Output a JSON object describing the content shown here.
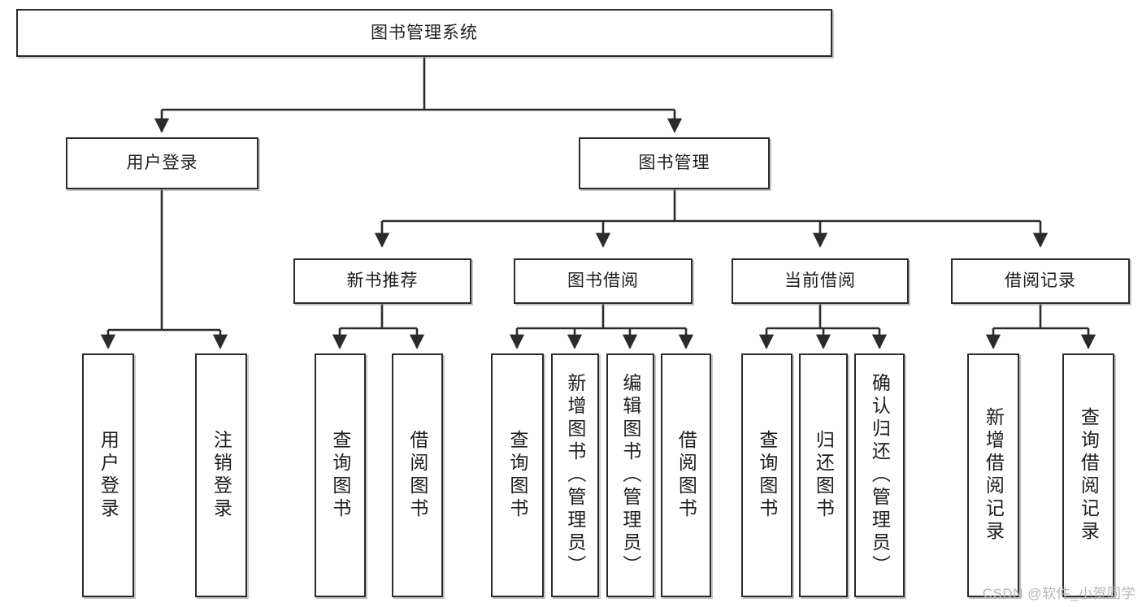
{
  "diagram": {
    "type": "tree-hierarchy",
    "title": "图书管理系统",
    "root": {
      "id": "root",
      "label": "图书管理系统"
    },
    "level2": [
      {
        "id": "user-login",
        "label": "用户登录"
      },
      {
        "id": "book-management",
        "label": "图书管理"
      }
    ],
    "level3": [
      {
        "id": "new-book-recommend",
        "label": "新书推荐",
        "parent": "book-management"
      },
      {
        "id": "book-borrow",
        "label": "图书借阅",
        "parent": "book-management"
      },
      {
        "id": "current-borrow",
        "label": "当前借阅",
        "parent": "book-management"
      },
      {
        "id": "borrow-record",
        "label": "借阅记录",
        "parent": "book-management"
      }
    ],
    "leaves": [
      {
        "id": "leaf-user-login",
        "label": "用户登录",
        "parent": "user-login"
      },
      {
        "id": "leaf-logout",
        "label": "注销登录",
        "parent": "user-login"
      },
      {
        "id": "leaf-query-book-1",
        "label": "查询图书",
        "parent": "new-book-recommend"
      },
      {
        "id": "leaf-borrow-book-1",
        "label": "借阅图书",
        "parent": "new-book-recommend"
      },
      {
        "id": "leaf-query-book-2",
        "label": "查询图书",
        "parent": "book-borrow"
      },
      {
        "id": "leaf-add-book",
        "label": "新增图书（管理员）",
        "parent": "book-borrow"
      },
      {
        "id": "leaf-edit-book",
        "label": "编辑图书（管理员）",
        "parent": "book-borrow"
      },
      {
        "id": "leaf-borrow-book-2",
        "label": "借阅图书",
        "parent": "book-borrow"
      },
      {
        "id": "leaf-query-book-3",
        "label": "查询图书",
        "parent": "current-borrow"
      },
      {
        "id": "leaf-return-book",
        "label": "归还图书",
        "parent": "current-borrow"
      },
      {
        "id": "leaf-confirm-return",
        "label": "确认归还（管理员）",
        "parent": "current-borrow"
      },
      {
        "id": "leaf-add-record",
        "label": "新增借阅记录",
        "parent": "borrow-record"
      },
      {
        "id": "leaf-query-record",
        "label": "查询借阅记录",
        "parent": "borrow-record"
      }
    ],
    "watermark": "CSDN @软件_小贺同学",
    "colors": {
      "stroke": "#2b2b2b",
      "fill": "#ffffff",
      "text": "#1d1d1d",
      "watermark": "#b6b6b6"
    }
  }
}
